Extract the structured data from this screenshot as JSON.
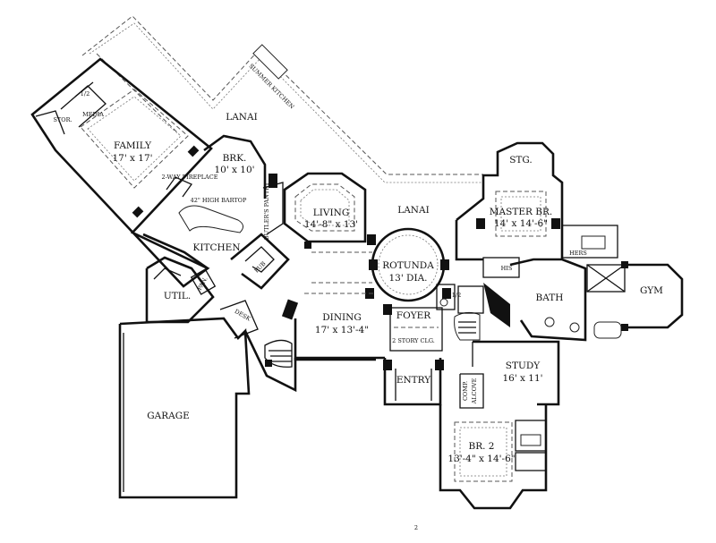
{
  "rooms": {
    "lanai_top": "LANAI",
    "lanai_right": "LANAI",
    "summer_kitchen": "SUMMER KITCHEN",
    "family_name": "FAMILY",
    "family_size": "17' x 17'",
    "half_bath_nw": "1/2",
    "media": "MEDIA",
    "storage": "STOR.",
    "fireplace": "2-WAY FIREPLACE",
    "breakfast_name": "BRK.",
    "breakfast_size": "10' x 10'",
    "bartop": "42\" HIGH BARTOP",
    "butlers_pantry": "BUTLER'S PANTRY",
    "kitchen": "KITCHEN",
    "pub": "PUB",
    "living_name": "LIVING",
    "living_size": "14'-8\" x 13'",
    "rotunda_name": "ROTUNDA",
    "rotunda_size": "13' DIA.",
    "master_name": "MASTER BR.",
    "master_size": "14' x 14'-6\"",
    "storage_top": "STG.",
    "his": "HIS",
    "hers": "HERS",
    "bath": "BATH",
    "gym": "GYM",
    "half_bath_center": "1/2",
    "pantry": "PAN.",
    "utility": "UTIL.",
    "desk": "DESK",
    "dining_name": "DINING",
    "dining_size": "17' x 13'-4\"",
    "foyer_name": "FOYER",
    "foyer_note": "2 STORY CLG.",
    "entry": "ENTRY",
    "study_name": "STUDY",
    "study_size": "16' x 11'",
    "comp_alcove_1": "COMP.",
    "comp_alcove_2": "ALCOVE",
    "garage": "GARAGE",
    "br2_name": "BR. 2",
    "br2_size": "13'-4\" x 14'-6\""
  },
  "footer_mark": "2"
}
